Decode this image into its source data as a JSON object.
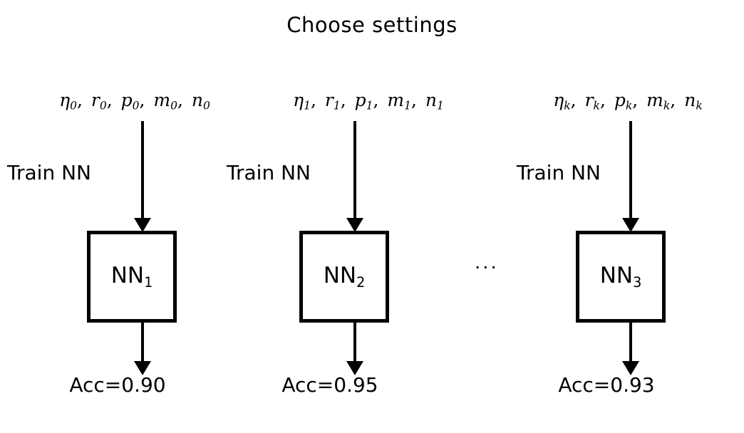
{
  "diagram": {
    "title": "Choose settings",
    "background_color": "#ffffff",
    "stroke_color": "#000000",
    "ellipsis": "...",
    "columns": [
      {
        "id": "group-0",
        "params": {
          "full_text": "η0, r0, p0, m0, n0",
          "symbols": [
            {
              "base": "η",
              "sub": "0"
            },
            {
              "base": "r",
              "sub": "0"
            },
            {
              "base": "p",
              "sub": "0"
            },
            {
              "base": "m",
              "sub": "0"
            },
            {
              "base": "n",
              "sub": "0"
            }
          ]
        },
        "train_label": "Train NN",
        "box_label": {
          "base": "NN",
          "sub": "1",
          "full_text": "NN1"
        },
        "accuracy_label": "Acc=0.90",
        "accuracy_value": 0.9
      },
      {
        "id": "group-1",
        "params": {
          "full_text": "η1, r1, p1, m1, n1",
          "symbols": [
            {
              "base": "η",
              "sub": "1"
            },
            {
              "base": "r",
              "sub": "1"
            },
            {
              "base": "p",
              "sub": "1"
            },
            {
              "base": "m",
              "sub": "1"
            },
            {
              "base": "n",
              "sub": "1"
            }
          ]
        },
        "train_label": "Train NN",
        "box_label": {
          "base": "NN",
          "sub": "2",
          "full_text": "NN2"
        },
        "accuracy_label": "Acc=0.95",
        "accuracy_value": 0.95
      },
      {
        "id": "group-k",
        "params": {
          "full_text": "ηk, rk, pk, mk, nk",
          "symbols": [
            {
              "base": "η",
              "sub": "k"
            },
            {
              "base": "r",
              "sub": "k"
            },
            {
              "base": "p",
              "sub": "k"
            },
            {
              "base": "m",
              "sub": "k"
            },
            {
              "base": "n",
              "sub": "k"
            }
          ]
        },
        "train_label": "Train NN",
        "box_label": {
          "base": "NN",
          "sub": "3",
          "full_text": "NN3"
        },
        "accuracy_label": "Acc=0.93",
        "accuracy_value": 0.93
      }
    ]
  }
}
